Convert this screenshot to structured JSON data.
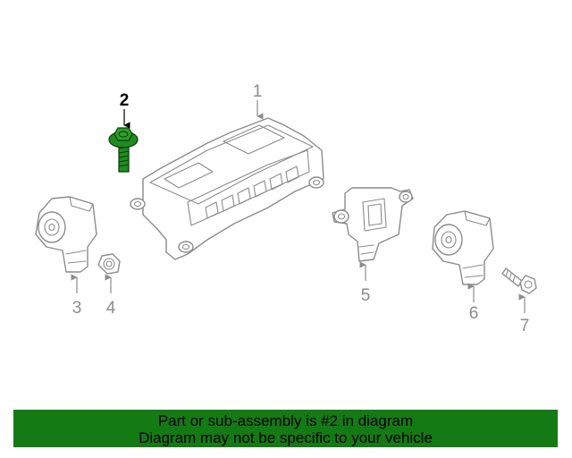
{
  "diagram": {
    "highlight_color": "#1e8c1e",
    "callouts": {
      "c1": "1",
      "c2": "2",
      "c3": "3",
      "c4": "4",
      "c5": "5",
      "c6": "6",
      "c7": "7"
    },
    "highlighted_part": "2"
  },
  "banner": {
    "line1": "Part or sub-assembly is #2 in diagram",
    "line2": "Diagram may not be specific to your vehicle",
    "background": "#147a14"
  }
}
